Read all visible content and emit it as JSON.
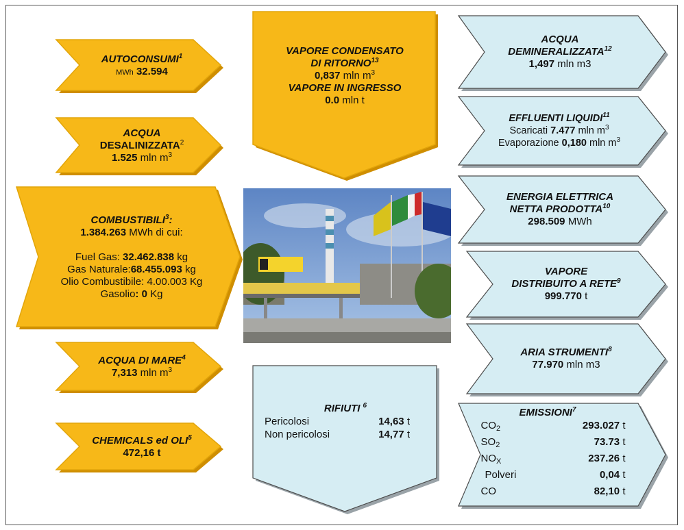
{
  "colors": {
    "input_fill": "#f7b818",
    "output_fill": "#d6edf3",
    "frame": "#555555"
  },
  "inputs": {
    "autoconsumi": {
      "title": "AUTOCONSUMI",
      "note": "1",
      "unit_prefix": "MWh",
      "value": "32.594"
    },
    "acqua_desalinizzata": {
      "title_line1": "ACQUA",
      "title_line2": "DESALINIZZATA",
      "note": "2",
      "value": "1.525",
      "unit": "mln m",
      "unit_exp": "3"
    },
    "combustibili": {
      "title": "COMBUSTIBILI",
      "note": "3",
      "title_suffix": ":",
      "total_value": "1.384.263",
      "total_unit": "MWh di cui:",
      "fuel_gas_label": "Fuel Gas:",
      "fuel_gas_value": "32.462.838",
      "fuel_gas_unit": "kg",
      "gas_naturale_label": "Gas Naturale:",
      "gas_naturale_value": "68.455.093",
      "gas_naturale_unit": "kg",
      "olio_label": "Olio Combustibile: 4.00.003 Kg",
      "gasolio_label": "Gasolio",
      "gasolio_value": ": 0",
      "gasolio_unit": "Kg"
    },
    "acqua_di_mare": {
      "title": "ACQUA DI MARE",
      "note": "4",
      "value": "7,313",
      "unit": "mln m",
      "unit_exp": "3"
    },
    "chemicals": {
      "title": "CHEMICALS ed OLI",
      "note": "5",
      "value": "472,16 t"
    },
    "vapore": {
      "title_line1": "VAPORE CONDENSATO",
      "title_line2": "DI RITORNO",
      "note": "13",
      "value": "0,837",
      "unit": "mln m",
      "unit_exp": "3",
      "ingresso_title": "VAPORE IN INGRESSO",
      "ingresso_value": "0.0",
      "ingresso_unit": "mln t"
    }
  },
  "rifiuti": {
    "title": "RIFIUTI",
    "note": "6",
    "rows": [
      {
        "label": "Pericolosi",
        "value": "14,63",
        "unit": "t"
      },
      {
        "label": "Non pericolosi",
        "value": "14,77",
        "unit": "t"
      }
    ]
  },
  "outputs": {
    "acqua_demineralizzata": {
      "title_line1": "ACQUA",
      "title_line2": "DEMINERALIZZATA",
      "note": "12",
      "value": "1,497",
      "unit": "mln m3"
    },
    "effluenti": {
      "title": "EFFLUENTI LIQUIDI",
      "note": "11",
      "scaricati_label": "Scaricati",
      "scaricati_value": "7.477",
      "scaricati_unit": "mln m",
      "scaricati_exp": "3",
      "evap_label": "Evaporazione",
      "evap_value": "0,180",
      "evap_unit": "mln m",
      "evap_exp": "3"
    },
    "energia": {
      "title_line1": "ENERGIA ELETTRICA",
      "title_line2": "NETTA PRODOTTA",
      "note": "10",
      "value": "298.509",
      "unit": "MWh"
    },
    "vapore_distribuito": {
      "title_line1": "VAPORE",
      "title_line2": "DISTRIBUITO A RETE",
      "note": "9",
      "value": "999.770",
      "unit": "t"
    },
    "aria": {
      "title": "ARIA STRUMENTI",
      "note": "8",
      "value": "77.970",
      "unit": "mln m3"
    },
    "emissioni": {
      "title": "EMISSIONI",
      "note": "7",
      "rows": [
        {
          "label": "CO",
          "sub": "2",
          "value": "293.027",
          "unit": "t"
        },
        {
          "label": "SO",
          "sub": "2",
          "value": "73.73",
          "unit": "t"
        },
        {
          "label": "NO",
          "sub": "X",
          "value": "237.26",
          "unit": "t"
        },
        {
          "label": "Polveri",
          "sub": "",
          "value": "0,04",
          "unit": "t"
        },
        {
          "label": "CO",
          "sub": "",
          "value": "82,10",
          "unit": "t"
        }
      ]
    }
  }
}
